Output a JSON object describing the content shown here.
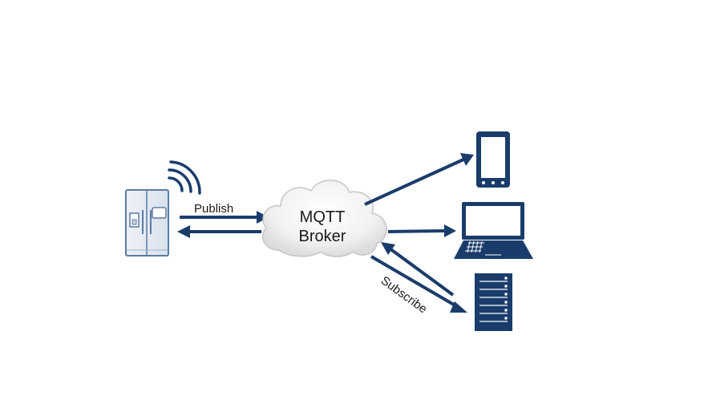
{
  "diagram": {
    "broker": {
      "line1": "MQTT",
      "line2": "Broker"
    },
    "publish_label": "Publish",
    "subscribe_label": "Subscribe"
  },
  "icons": {
    "publisher": "refrigerator-icon",
    "signal": "wireless-signal-icon",
    "broker": "cloud-icon",
    "subscriber_1": "tablet-icon",
    "subscriber_2": "laptop-icon",
    "subscriber_3": "server-rack-icon"
  },
  "colors": {
    "arrow": "#1a3c6b",
    "device_fill": "#1a3c6b",
    "fridge_fill": "#e4eaf2",
    "fridge_stroke": "#5b7ba3",
    "cloud_fill": "#f3f3f3",
    "cloud_stroke": "#c8c8c8"
  }
}
